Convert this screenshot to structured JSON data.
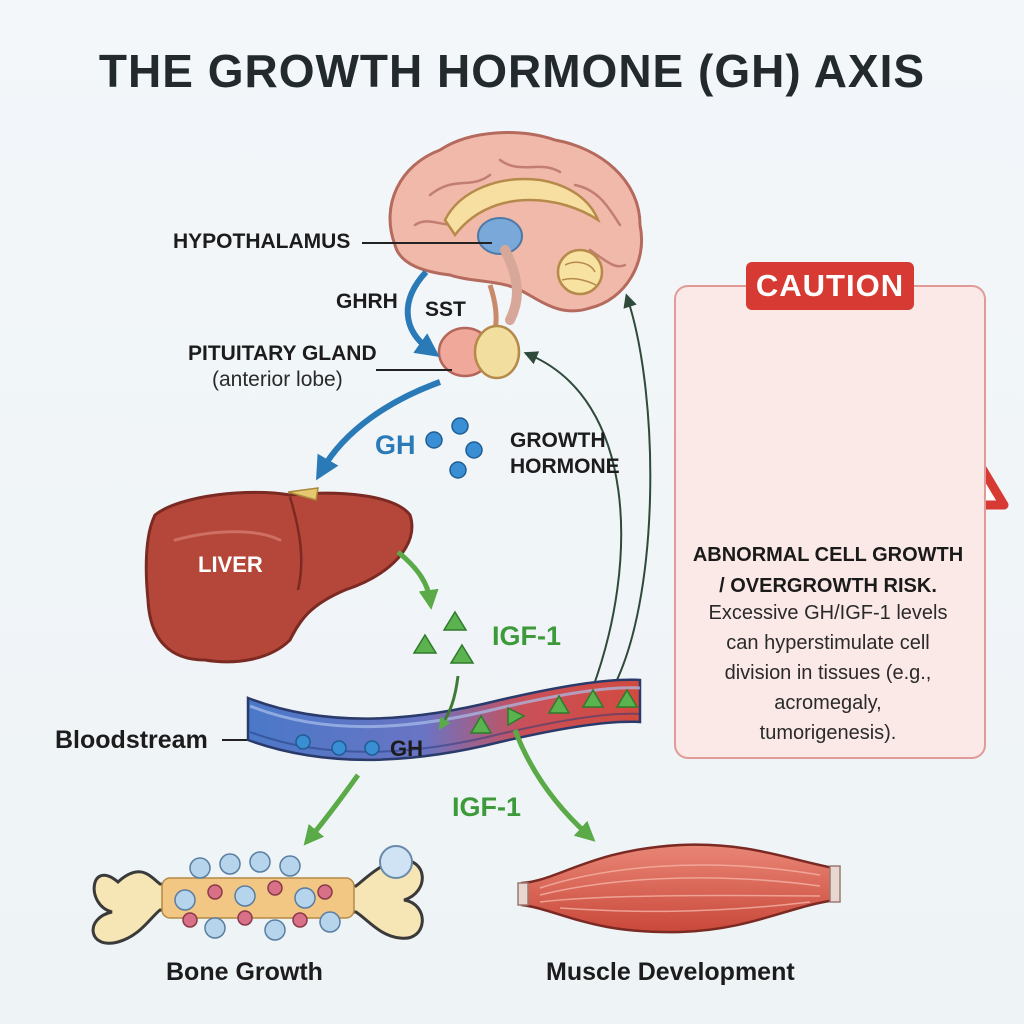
{
  "title": "THE GROWTH HORMONE (GH) AXIS",
  "labels": {
    "hypothalamus": "HYPOTHALAMUS",
    "ghrh": "GHRH",
    "sst": "SST",
    "pituitary": "PITUITARY GLAND",
    "pituitary_sub": "(anterior lobe)",
    "gh": "GH",
    "growth_hormone_line1": "GROWTH",
    "growth_hormone_line2": "HORMONE",
    "liver": "LIVER",
    "igf1_upper": "IGF-1",
    "bloodstream": "Bloodstream",
    "gh_blood": "GH",
    "igf1_lower": "IGF-1",
    "bone": "Bone Growth",
    "muscle": "Muscle Development"
  },
  "caution": {
    "tag": "CAUTION",
    "heading_line1": "ABNORMAL CELL GROWTH",
    "heading_line2": "/ OVERGROWTH RISK.",
    "body_lines": [
      "Excessive GH/IGF-1 levels",
      "can hyperstimulate cell",
      "division in tissues (e.g.,",
      "acromegaly,",
      "tumorigenesis)."
    ]
  },
  "colors": {
    "gh_blue": "#2b7ab8",
    "igf_green": "#3d9a3a",
    "caution_red": "#d63a32",
    "liver": "#b5473a",
    "vessel_blue": "#4a78c8",
    "vessel_red": "#d24a3e"
  }
}
